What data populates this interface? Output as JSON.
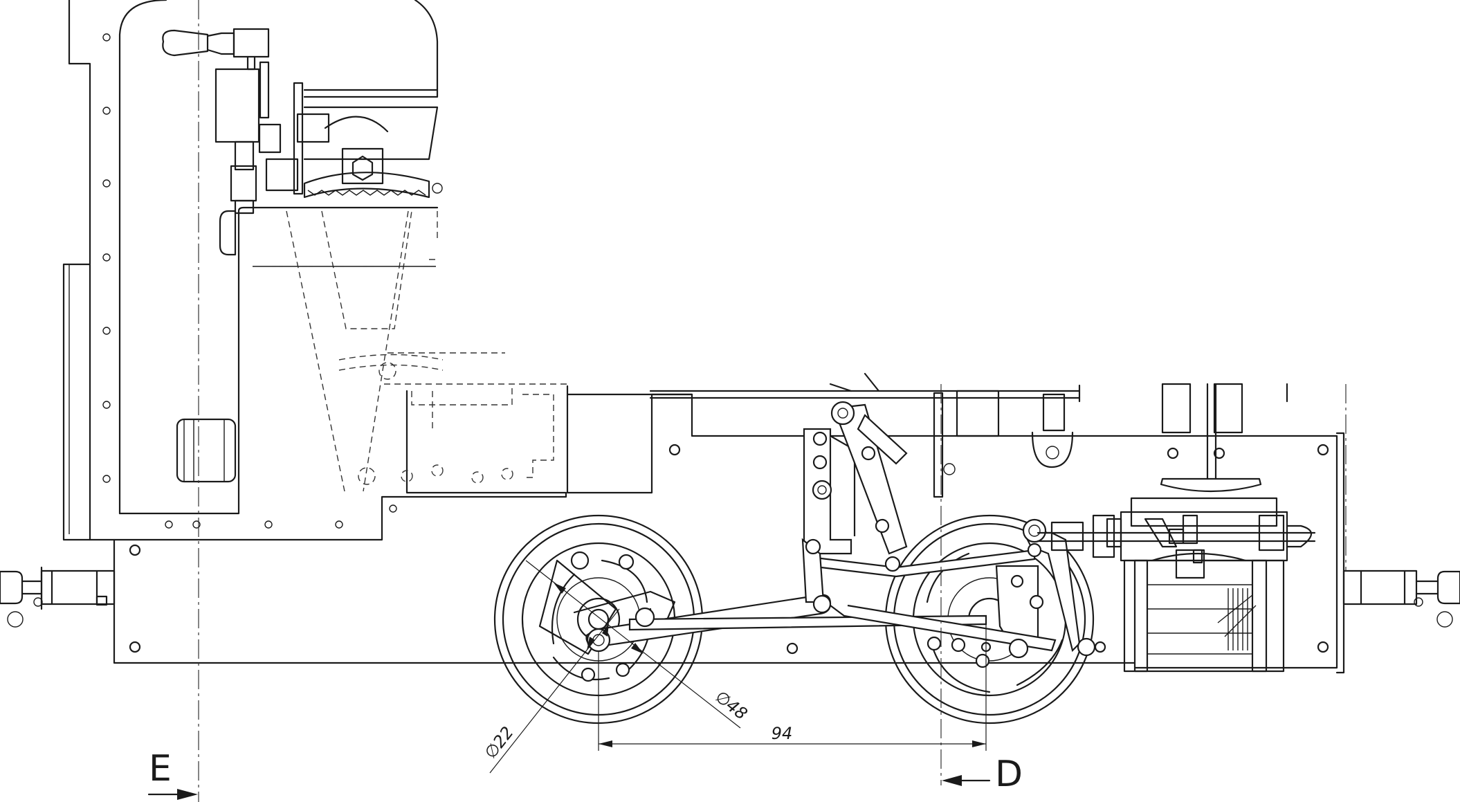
{
  "drawing": {
    "dimensions": {
      "wheel_spacing": "94",
      "outer_diameter": "48",
      "inner_diameter": "22",
      "diameter_symbol": "∅"
    },
    "section_markers": {
      "left": "E",
      "right": "D"
    }
  }
}
